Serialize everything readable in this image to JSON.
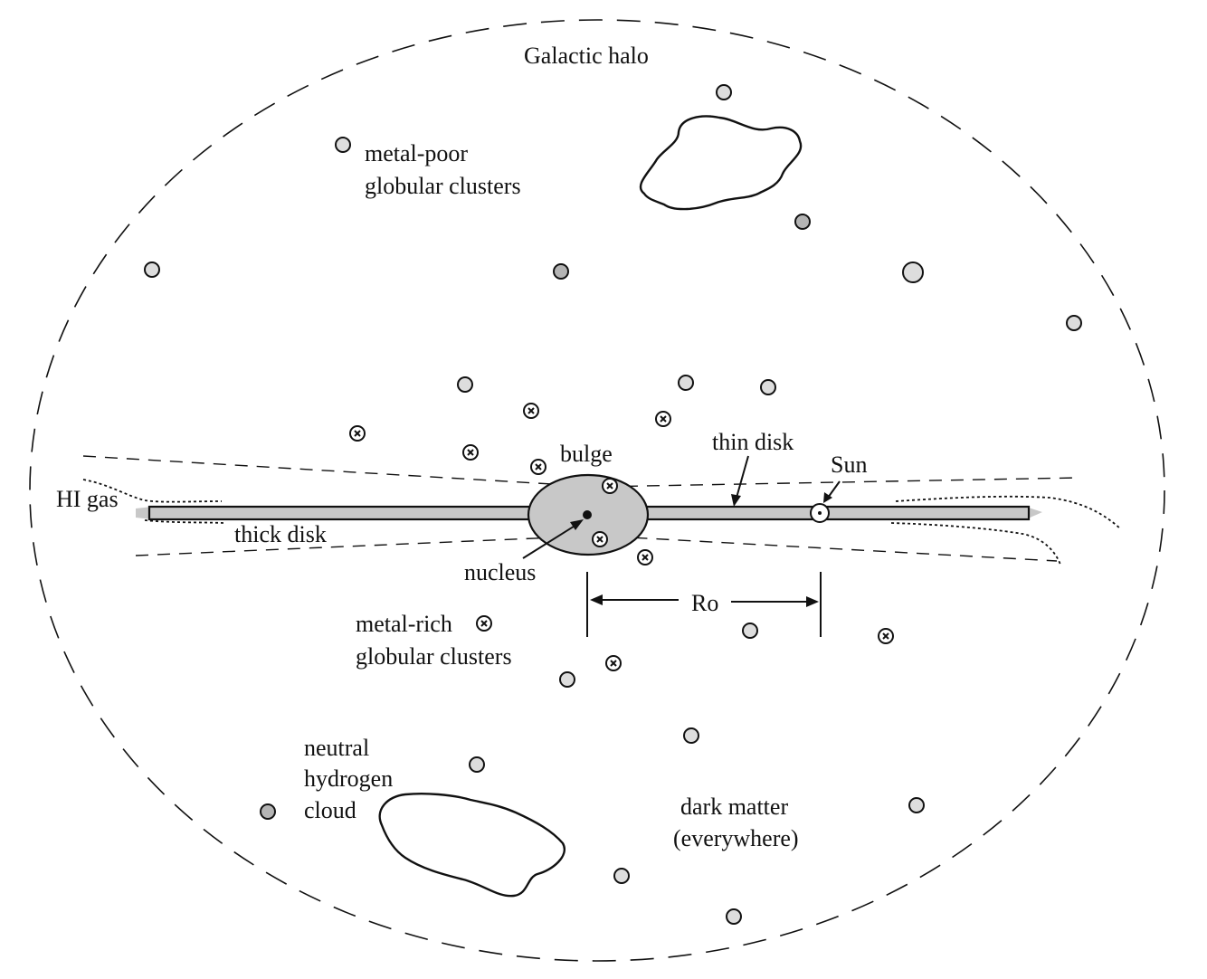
{
  "labels": {
    "halo": "Galactic halo",
    "metal_poor_1": "metal-poor",
    "metal_poor_2": "globular clusters",
    "bulge": "bulge",
    "thin_disk": "thin disk",
    "sun": "Sun",
    "hi_gas": "HI gas",
    "thick_disk": "thick disk",
    "nucleus": "nucleus",
    "r0": "Ro",
    "metal_rich_1": "metal-rich",
    "metal_rich_2": "globular clusters",
    "neutral_1": "neutral",
    "neutral_2": "hydrogen",
    "neutral_3": "cloud",
    "dark_1": "dark matter",
    "dark_2": "(everywhere)"
  },
  "colors": {
    "line": "#111111",
    "disk_fill": "#c8c8c8",
    "cluster_light": "#dddddd",
    "cluster_dark": "#b4b4b4",
    "bulge_fill": "#c8c8c8"
  }
}
